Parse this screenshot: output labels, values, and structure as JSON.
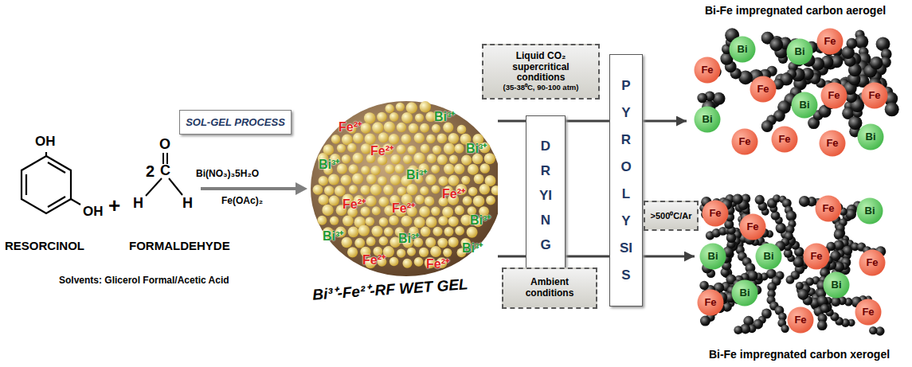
{
  "diagram": {
    "nodes": [
      {
        "text": [
          "SOL-GEL PROCESS"
        ]
      },
      {
        "text": [
          "Fe²⁺",
          "Bi³⁺",
          "Bi³⁺",
          "Fe²⁺",
          "Bi³⁺",
          "Bi³⁺",
          "Fe²⁺",
          "Fe²⁺",
          "Fe²⁺",
          "Bi³⁺",
          "Bi³⁺",
          "Bi³⁺",
          "Bi³⁺",
          "Fe²⁺",
          "Fe²⁺",
          "Bi³⁺-Fe²⁺-RF WET GEL"
        ]
      },
      {
        "text": [
          "Liquid CO₂ supercritical conditions",
          "(35-38⁰C, 90-100 atm)"
        ]
      },
      {
        "text": [
          "DRYING"
        ]
      },
      {
        "text": [
          "Ambient conditions"
        ]
      },
      {
        "text": [
          "PYROLYSIS"
        ]
      },
      {
        "text": [
          ">500⁰C/Ar"
        ]
      },
      {
        "text": [
          "Bi-Fe impregnated carbon aerogel"
        ]
      },
      {
        "text": [
          "Fe"
        ],
        "in": 7
      },
      {
        "text": [
          "Bi"
        ],
        "in": 7
      },
      {
        "text": [
          "Bi"
        ],
        "in": 7
      },
      {
        "text": [
          "Fe"
        ],
        "in": 7
      },
      {
        "text": [
          "Fe"
        ],
        "in": 7
      },
      {
        "text": [
          "Fe"
        ],
        "in": 7
      },
      {
        "text": [
          "Fe"
        ],
        "in": 7
      },
      {
        "text": [
          "Bi"
        ],
        "in": 7
      },
      {
        "text": [
          "Bi"
        ],
        "in": 7
      },
      {
        "text": [
          "Bi"
        ],
        "in": 7
      },
      {
        "text": [
          "Fe"
        ],
        "in": 7
      },
      {
        "text": [
          "Fe"
        ],
        "in": 7
      },
      {
        "text": [
          "Fe"
        ],
        "in": 7
      },
      {
        "text": [
          "Bi-Fe impregnated carbon xerogel"
        ]
      },
      {
        "text": [
          "Fe"
        ],
        "in": 21
      },
      {
        "text": [
          "Bi"
        ],
        "in": 21
      },
      {
        "text": [
          "Fe"
        ],
        "in": 21
      },
      {
        "text": [
          "Fe"
        ],
        "in": 21
      },
      {
        "text": [
          "Bi"
        ],
        "in": 21
      },
      {
        "text": [
          "Bi"
        ],
        "in": 21
      },
      {
        "text": [
          "Fe"
        ],
        "in": 21
      },
      {
        "text": [
          "Fe"
        ],
        "in": 21
      },
      {
        "text": [
          "Bi"
        ],
        "in": 21
      },
      {
        "text": [
          "Bi"
        ],
        "in": 21
      },
      {
        "text": [
          "Fe"
        ],
        "in": 21
      },
      {
        "text": [
          "Fe"
        ],
        "in": 21
      },
      {
        "text": [
          "Fe"
        ],
        "in": 21
      }
    ],
    "edges": [
      {
        "from": 1,
        "to": 3,
        "arrow": "none"
      },
      {
        "from": 3,
        "to": 5,
        "arrow": "none"
      },
      {
        "from": 5,
        "to": 7,
        "arrow": "to"
      },
      {
        "from": 1,
        "to": 3,
        "arrow": "none"
      },
      {
        "from": 3,
        "to": 5,
        "arrow": "none"
      },
      {
        "from": 5,
        "to": 21,
        "arrow": "to"
      }
    ],
    "labels": [
      "OH",
      "OH",
      "RESORCINOL",
      "+",
      "2",
      "O",
      "C",
      "H",
      "H",
      "FORMALDEHYDE",
      "Bi(NO₃)₃5H₂O",
      "Fe(OAc)₂",
      "Solvents: Glicerol Formal/Acetic Acid"
    ]
  }
}
